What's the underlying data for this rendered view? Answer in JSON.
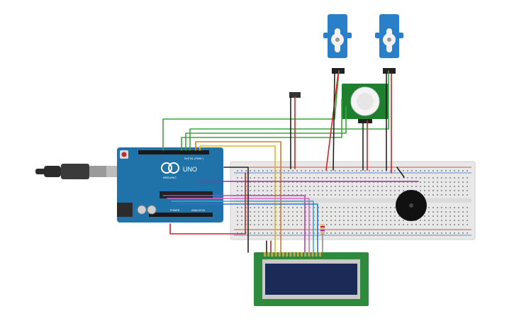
{
  "arduino": {
    "brand": "ARDUINO",
    "model": "UNO",
    "digital_label": "DIGITAL (PWM~)",
    "power_label": "POWER",
    "analog_label": "ANALOG IN",
    "color": "#1f73a8"
  },
  "breadboard": {
    "color": "#e8e8e8"
  },
  "pir_sensor": {
    "color": "#1e7f2f"
  },
  "servos": {
    "count": 2,
    "color": "#2a7fc9"
  },
  "lcd": {
    "size": "16x2",
    "screen_color": "#1c2a57",
    "board_color": "#2e8b3d"
  },
  "buzzer": {
    "color": "#111111"
  },
  "wire_colors": {
    "red": "#d42020",
    "black": "#222222",
    "green": "#3aa63a",
    "yellow": "#e3b520",
    "orange": "#e07a1a",
    "purple": "#8a3aa0",
    "magenta": "#c23ab0",
    "cyan": "#38a9c9",
    "blue": "#3a70c9",
    "pink": "#d96ac2",
    "gray": "#8a8a8a"
  }
}
